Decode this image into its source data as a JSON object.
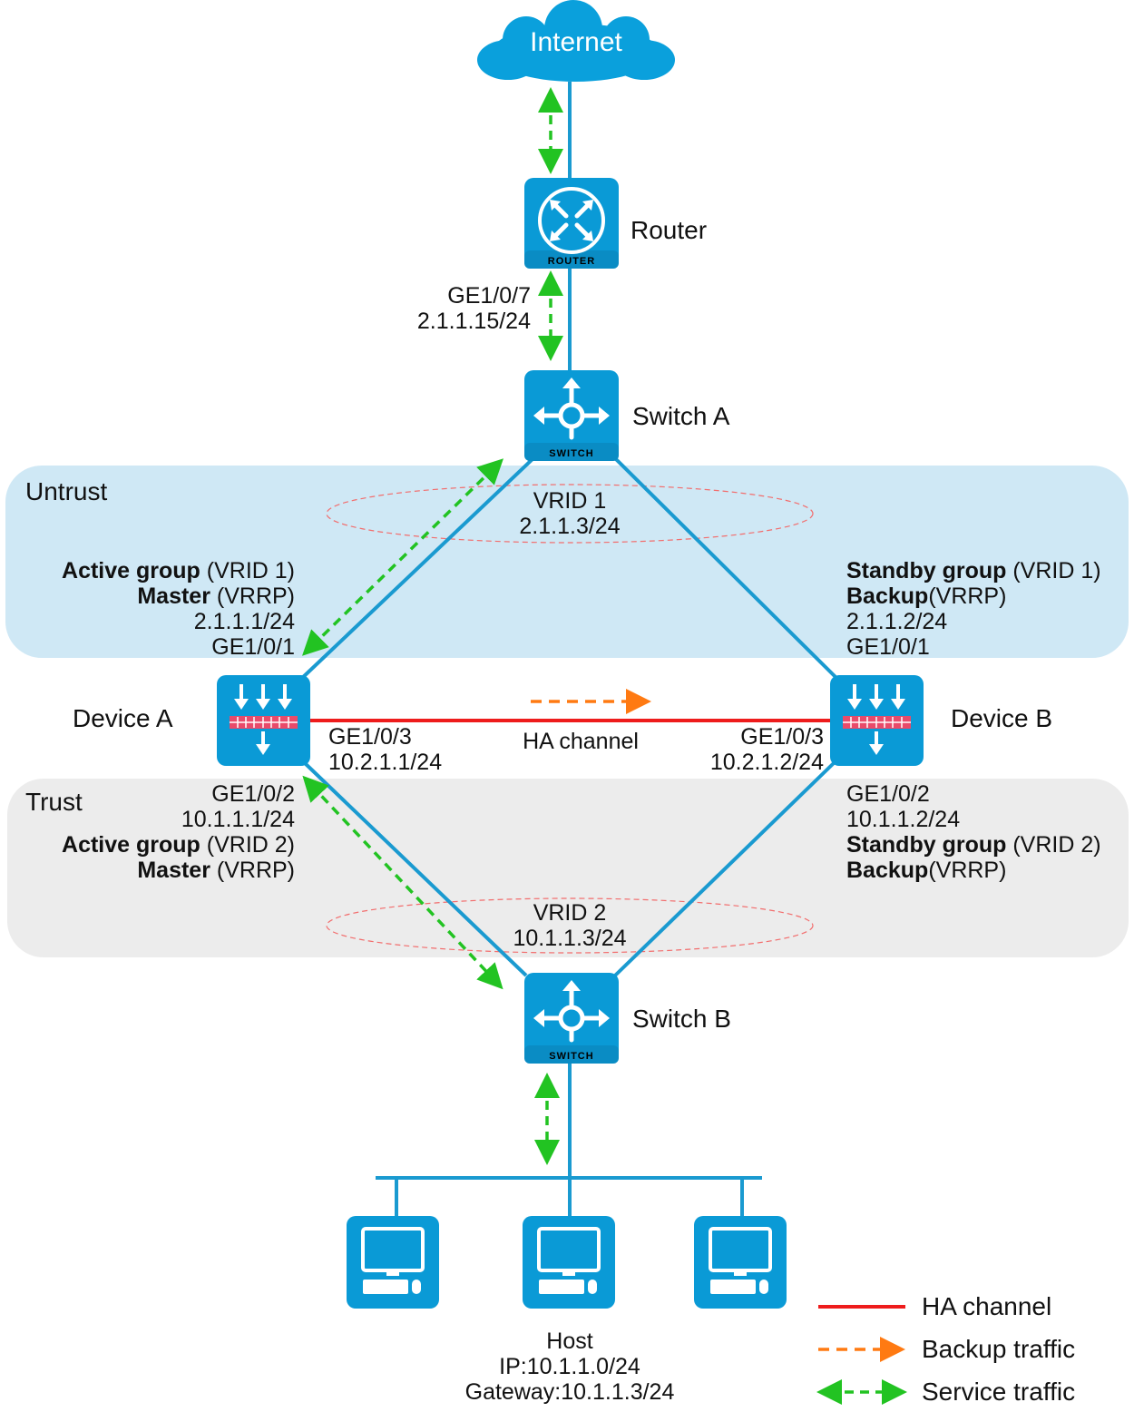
{
  "cloud": {
    "label": "Internet"
  },
  "router": {
    "name": "Router",
    "badge": "ROUTER",
    "port": "GE1/0/7",
    "ip": "2.1.1.15/24"
  },
  "switch_a": {
    "name": "Switch A",
    "badge": "SWITCH"
  },
  "switch_b": {
    "name": "Switch B",
    "badge": "SWITCH"
  },
  "zones": {
    "untrust": "Untrust",
    "trust": "Trust"
  },
  "vrid1": {
    "label": "VRID 1",
    "ip": "2.1.1.3/24"
  },
  "vrid2": {
    "label": "VRID 2",
    "ip": "10.1.1.3/24"
  },
  "device_a": {
    "name": "Device A",
    "up_group": "Active group",
    "up_group_suffix": " (VRID 1)",
    "up_role": "Master",
    "up_role_suffix": " (VRRP)",
    "up_ip": "2.1.1.1/24",
    "up_port": "GE1/0/1",
    "ha_port": "GE1/0/3",
    "ha_ip": "10.2.1.1/24",
    "down_port": "GE1/0/2",
    "down_ip": "10.1.1.1/24",
    "down_group": "Active group",
    "down_group_suffix": " (VRID 2)",
    "down_role": "Master",
    "down_role_suffix": " (VRRP)"
  },
  "device_b": {
    "name": "Device B",
    "up_group": "Standby group",
    "up_group_suffix": " (VRID 1)",
    "up_role": "Backup",
    "up_role_suffix": "(VRRP)",
    "up_ip": "2.1.1.2/24",
    "up_port": "GE1/0/1",
    "ha_port": "GE1/0/3",
    "ha_ip": "10.2.1.2/24",
    "down_port": "GE1/0/2",
    "down_ip": "10.1.1.2/24",
    "down_group": "Standby group",
    "down_group_suffix": " (VRID 2)",
    "down_role": "Backup",
    "down_role_suffix": "(VRRP)"
  },
  "ha_channel_label": "HA channel",
  "host": {
    "name": "Host",
    "ip": "IP:10.1.1.0/24",
    "gateway": "Gateway:10.1.1.3/24"
  },
  "legend": {
    "ha": "HA channel",
    "backup": "Backup traffic",
    "service": "Service traffic"
  },
  "colors": {
    "device_blue": "#0a9ad6",
    "link_blue": "#1a9ad0",
    "ha_red": "#ee1c1c",
    "backup_orange": "#ff7a12",
    "service_green": "#22c322",
    "untrust_band": "#cfe8f5",
    "trust_band": "#ececec"
  }
}
